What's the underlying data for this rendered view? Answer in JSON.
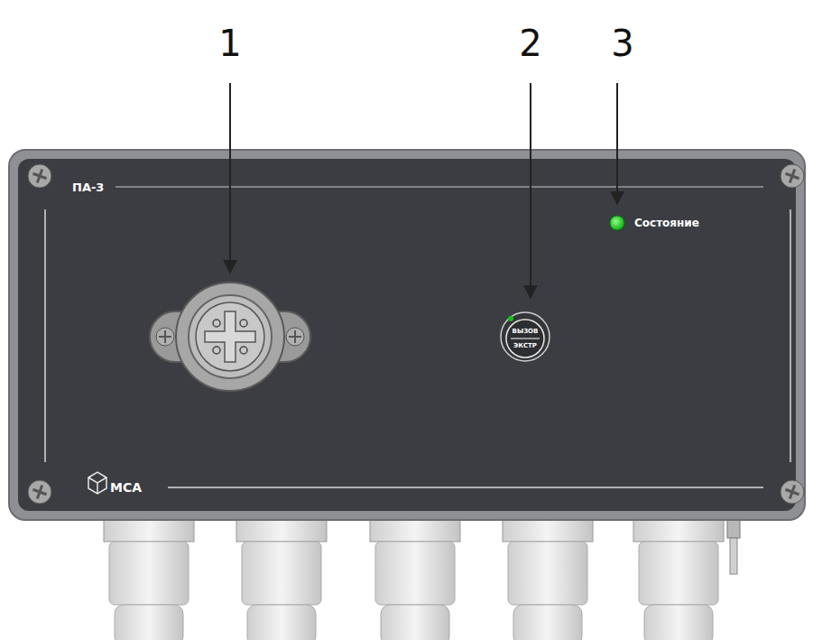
{
  "diagram": {
    "labels": [
      "1",
      "2",
      "3",
      "ПА-3",
      "Состояние",
      "ВЫЗОВ",
      "ЭКСТР",
      "МСА"
    ]
  }
}
